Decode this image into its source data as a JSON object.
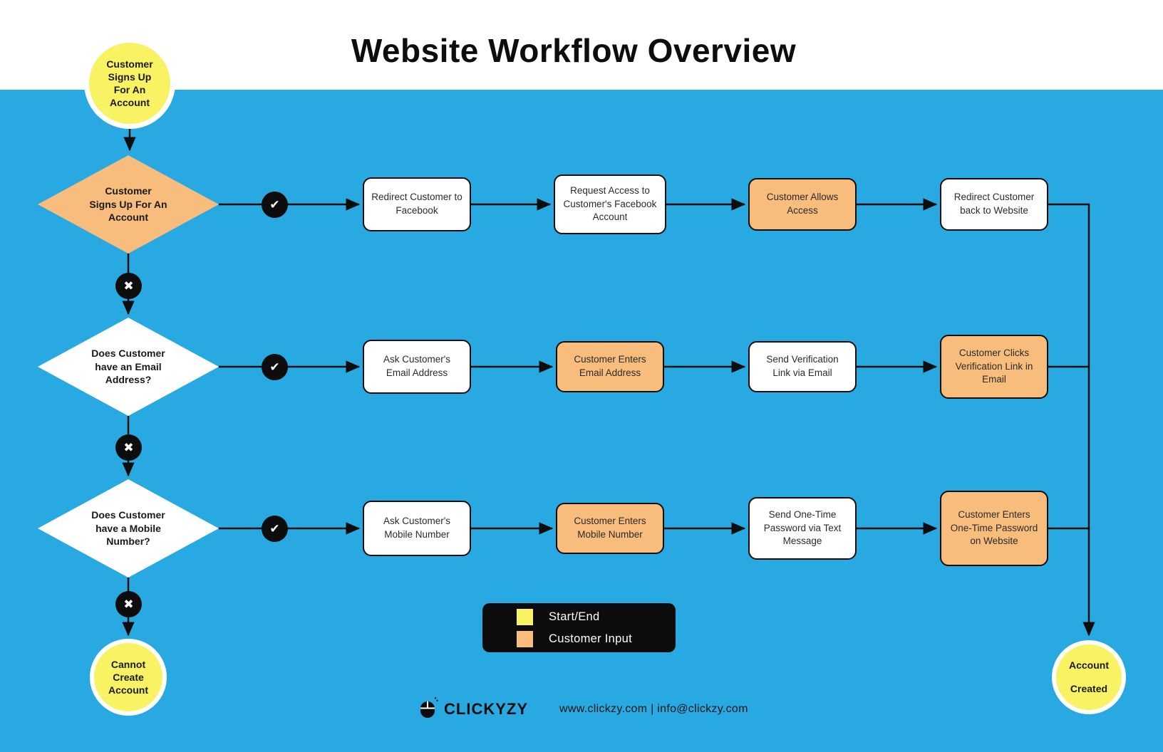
{
  "title": "Website Workflow Overview",
  "icons": {
    "yes": "✔",
    "no": "✖"
  },
  "colors": {
    "background": "#29A9E1",
    "start_end": "#F9F262",
    "customer_input": "#F8BC7C",
    "line": "#0d0d0d",
    "legend_bg": "#0c0c0c"
  },
  "flow": {
    "start": {
      "label": "Customer\nSigns Up\nFor An\nAccount"
    },
    "rows": [
      {
        "decision": {
          "label": "Customer\nSigns Up For An\nAccount"
        },
        "steps": [
          {
            "label": "Redirect Customer to Facebook",
            "type": "process"
          },
          {
            "label": "Request Access to Customer's Facebook Account",
            "type": "process"
          },
          {
            "label": "Customer Allows Access",
            "type": "customer-input"
          },
          {
            "label": "Redirect Customer back to Website",
            "type": "process"
          }
        ]
      },
      {
        "decision": {
          "label": "Does Customer\nhave an Email\nAddress?"
        },
        "steps": [
          {
            "label": "Ask Customer's Email Address",
            "type": "process"
          },
          {
            "label": "Customer Enters Email Address",
            "type": "customer-input"
          },
          {
            "label": "Send Verification Link via Email",
            "type": "process"
          },
          {
            "label": "Customer Clicks Verification Link in Email",
            "type": "customer-input"
          }
        ]
      },
      {
        "decision": {
          "label": "Does Customer\nhave a Mobile\nNumber?"
        },
        "steps": [
          {
            "label": "Ask Customer's Mobile Number",
            "type": "process"
          },
          {
            "label": "Customer Enters Mobile Number",
            "type": "customer-input"
          },
          {
            "label": "Send One-Time Password via Text Message",
            "type": "process"
          },
          {
            "label": "Customer Enters One-Time Password on Website",
            "type": "customer-input"
          }
        ]
      }
    ],
    "fail_end": {
      "label": "Cannot\nCreate\nAccount"
    },
    "success_end": {
      "label": "Account\nCreated"
    }
  },
  "legend": {
    "items": [
      {
        "label": "Start/End",
        "color": "#F9F262"
      },
      {
        "label": "Customer Input",
        "color": "#F8BC7C"
      }
    ]
  },
  "footer": {
    "brand": "CLICKYZY",
    "contact": "www.clickzy.com | info@clickzy.com"
  }
}
